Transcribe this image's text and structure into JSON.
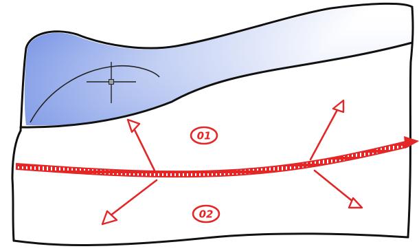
{
  "diagram": {
    "regions": [
      {
        "id": "region-1",
        "label": "01"
      },
      {
        "id": "region-2",
        "label": "02"
      }
    ],
    "colors": {
      "outline": "#111111",
      "shaded_region": "#6f8fe6",
      "shaded_region_light": "#ffffff",
      "accent": "#e32626",
      "cursor": "#222222"
    },
    "icons": {
      "cursor": "crosshair-cursor-icon",
      "region_markers": "oval-badge"
    }
  }
}
